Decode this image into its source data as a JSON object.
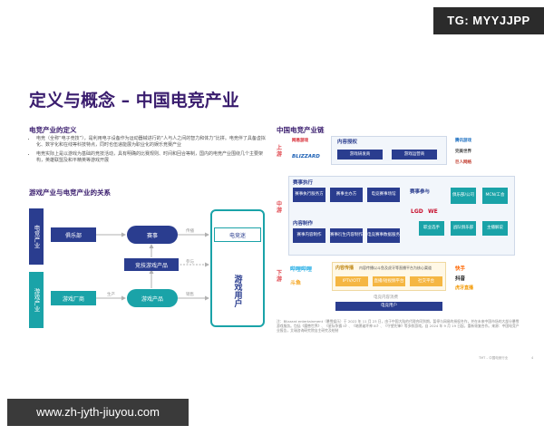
{
  "watermark_top": "TG: MYYJJPP",
  "watermark_bottom": "www.zh-jyth-jiuyou.com",
  "title": "定义与概念 – 中国电竞产业",
  "definition": {
    "heading": "电竞产业的定义",
    "bullets": [
      "电竞（全称“电子竞技”），是利用电子设备作为运动器械进行的“人与人之间的智力和体力”比拼。电竞伴了具备虚拟化、数字化和在线等科技特点，同时也伍递能展为职业化的娱乐竞赛产业",
      "电竞实际上是以游戏为基础的竞技活动，具有明确的比赛规则、时间和回合等制，国内的电竞产业围绕几个主要架构，英雄联盟及和平精英等游戏开展"
    ]
  },
  "relation": {
    "heading": "游戏产业与电竞产业的关系",
    "esports_industry": "电竞产业",
    "game_industry": "游戏产业",
    "club": "俱乐部",
    "event": "赛事",
    "esports_fans": "电竞迷",
    "competitive_product": "竞技游戏产品",
    "developer": "游戏厂商",
    "game_product": "游戏产品",
    "game_users": "游戏用户",
    "arrow_broadcast": "传播",
    "arrow_produce": "生产",
    "arrow_sell": "销售",
    "arrow_participate": "参与"
  },
  "chain": {
    "heading": "中国电竞产业链",
    "upstream": "上游",
    "midstream": "中游",
    "downstream": "下游",
    "content_license": "内容授权",
    "game_dev": "游戏研发商",
    "game_ops": "游戏运营商",
    "event_exec": "赛事执行",
    "event_ops": "赛事执行服务方",
    "event_host": "赛事主办方",
    "event_venue": "电竞赛事场馆",
    "content_prod": "内容制作",
    "content_producer": "赛事内容制作",
    "content_host": "赛事衍生内容制作",
    "data_service": "电竞赛事数据服务",
    "event_participate": "赛事参与",
    "club_ops": "俱乐部/公司",
    "mcn": "MCN/工会",
    "pro_player": "职业选手",
    "team_club": "战队俱乐部",
    "streamer": "主播解说",
    "broadcast_title": "内容传播",
    "broadcast_desc": "内容传播以斗鱼及虎牙等直播平台为核心渠道",
    "iptv": "IPTV/OTT",
    "live_short": "直播/短视频平台",
    "social": "社交平台",
    "content_consume": "电竞内容消费",
    "esports_users": "电竞用户",
    "logos_up_left": [
      "网易游戏",
      "BLIZZARD"
    ],
    "logos_up_right": [
      "腾讯游戏",
      "完美世界",
      "巨人网络"
    ],
    "logos_mid": [
      "LGD",
      "WE"
    ],
    "logos_down_left": [
      "哔哩哔哩",
      "斗鱼"
    ],
    "logos_down_right": [
      "快手",
      "抖音",
      "虎牙直播"
    ],
    "footnote": "注：Blizzard entertainment（暴雪娱乐）于 2022 年 11 月 23 日，由于中国大陆的代理合同到期，暂停与网易的授权合作，并在未来中国市场的大部分暴雪游戏服务。包括《魔兽世界》、《星际争霸 II》、《暗黑破坏神 III》、《守望先锋》等多款游戏。自 2024 年 9 月 19 日起，重新恢复合作。来源：中国电竞产业报告，艾瑞咨询研究院自主研究及绘制"
  },
  "page_footer": "TMT – 中国电竞行业",
  "page_number": "4"
}
